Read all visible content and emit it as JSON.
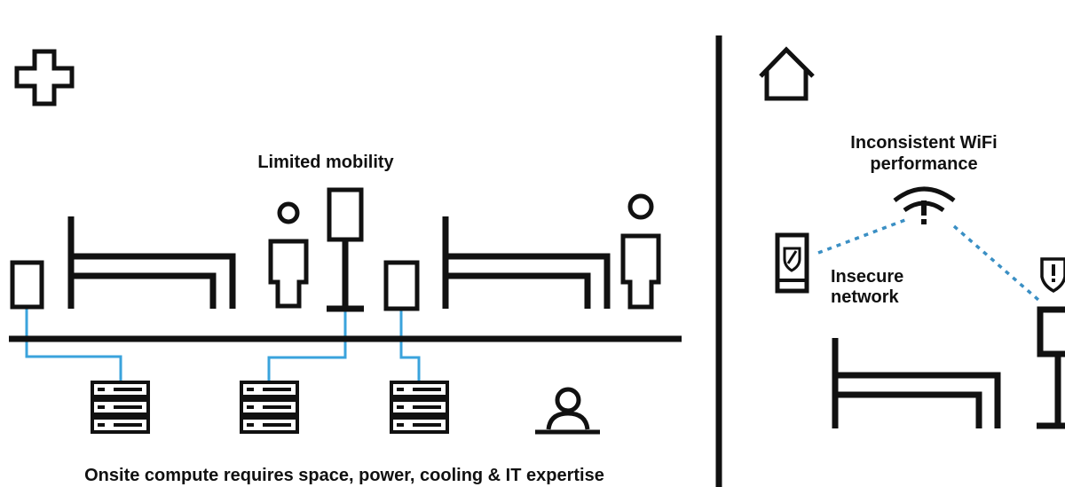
{
  "left_panel": {
    "icon": "medical-cross-icon",
    "limited_mobility_label": "Limited mobility",
    "bottom_caption": "Onsite compute requires space, power, cooling & IT expertise",
    "icons": [
      "device-icon",
      "hospital-bed-icon",
      "patient-icon",
      "iv-stand-icon",
      "server-rack-icon",
      "it-person-icon"
    ]
  },
  "right_panel": {
    "icon": "home-icon",
    "wifi_label_line1": "Inconsistent WiFi",
    "wifi_label_line2": "performance",
    "insecure_label_line1": "Insecure",
    "insecure_label_line2": "network",
    "icons": [
      "wifi-warning-icon",
      "tablet-shield-icon",
      "shield-warning-icon",
      "bed-icon",
      "monitor-stand-icon"
    ]
  },
  "colors": {
    "line": "#111111",
    "connection": "#3aa3dc"
  }
}
